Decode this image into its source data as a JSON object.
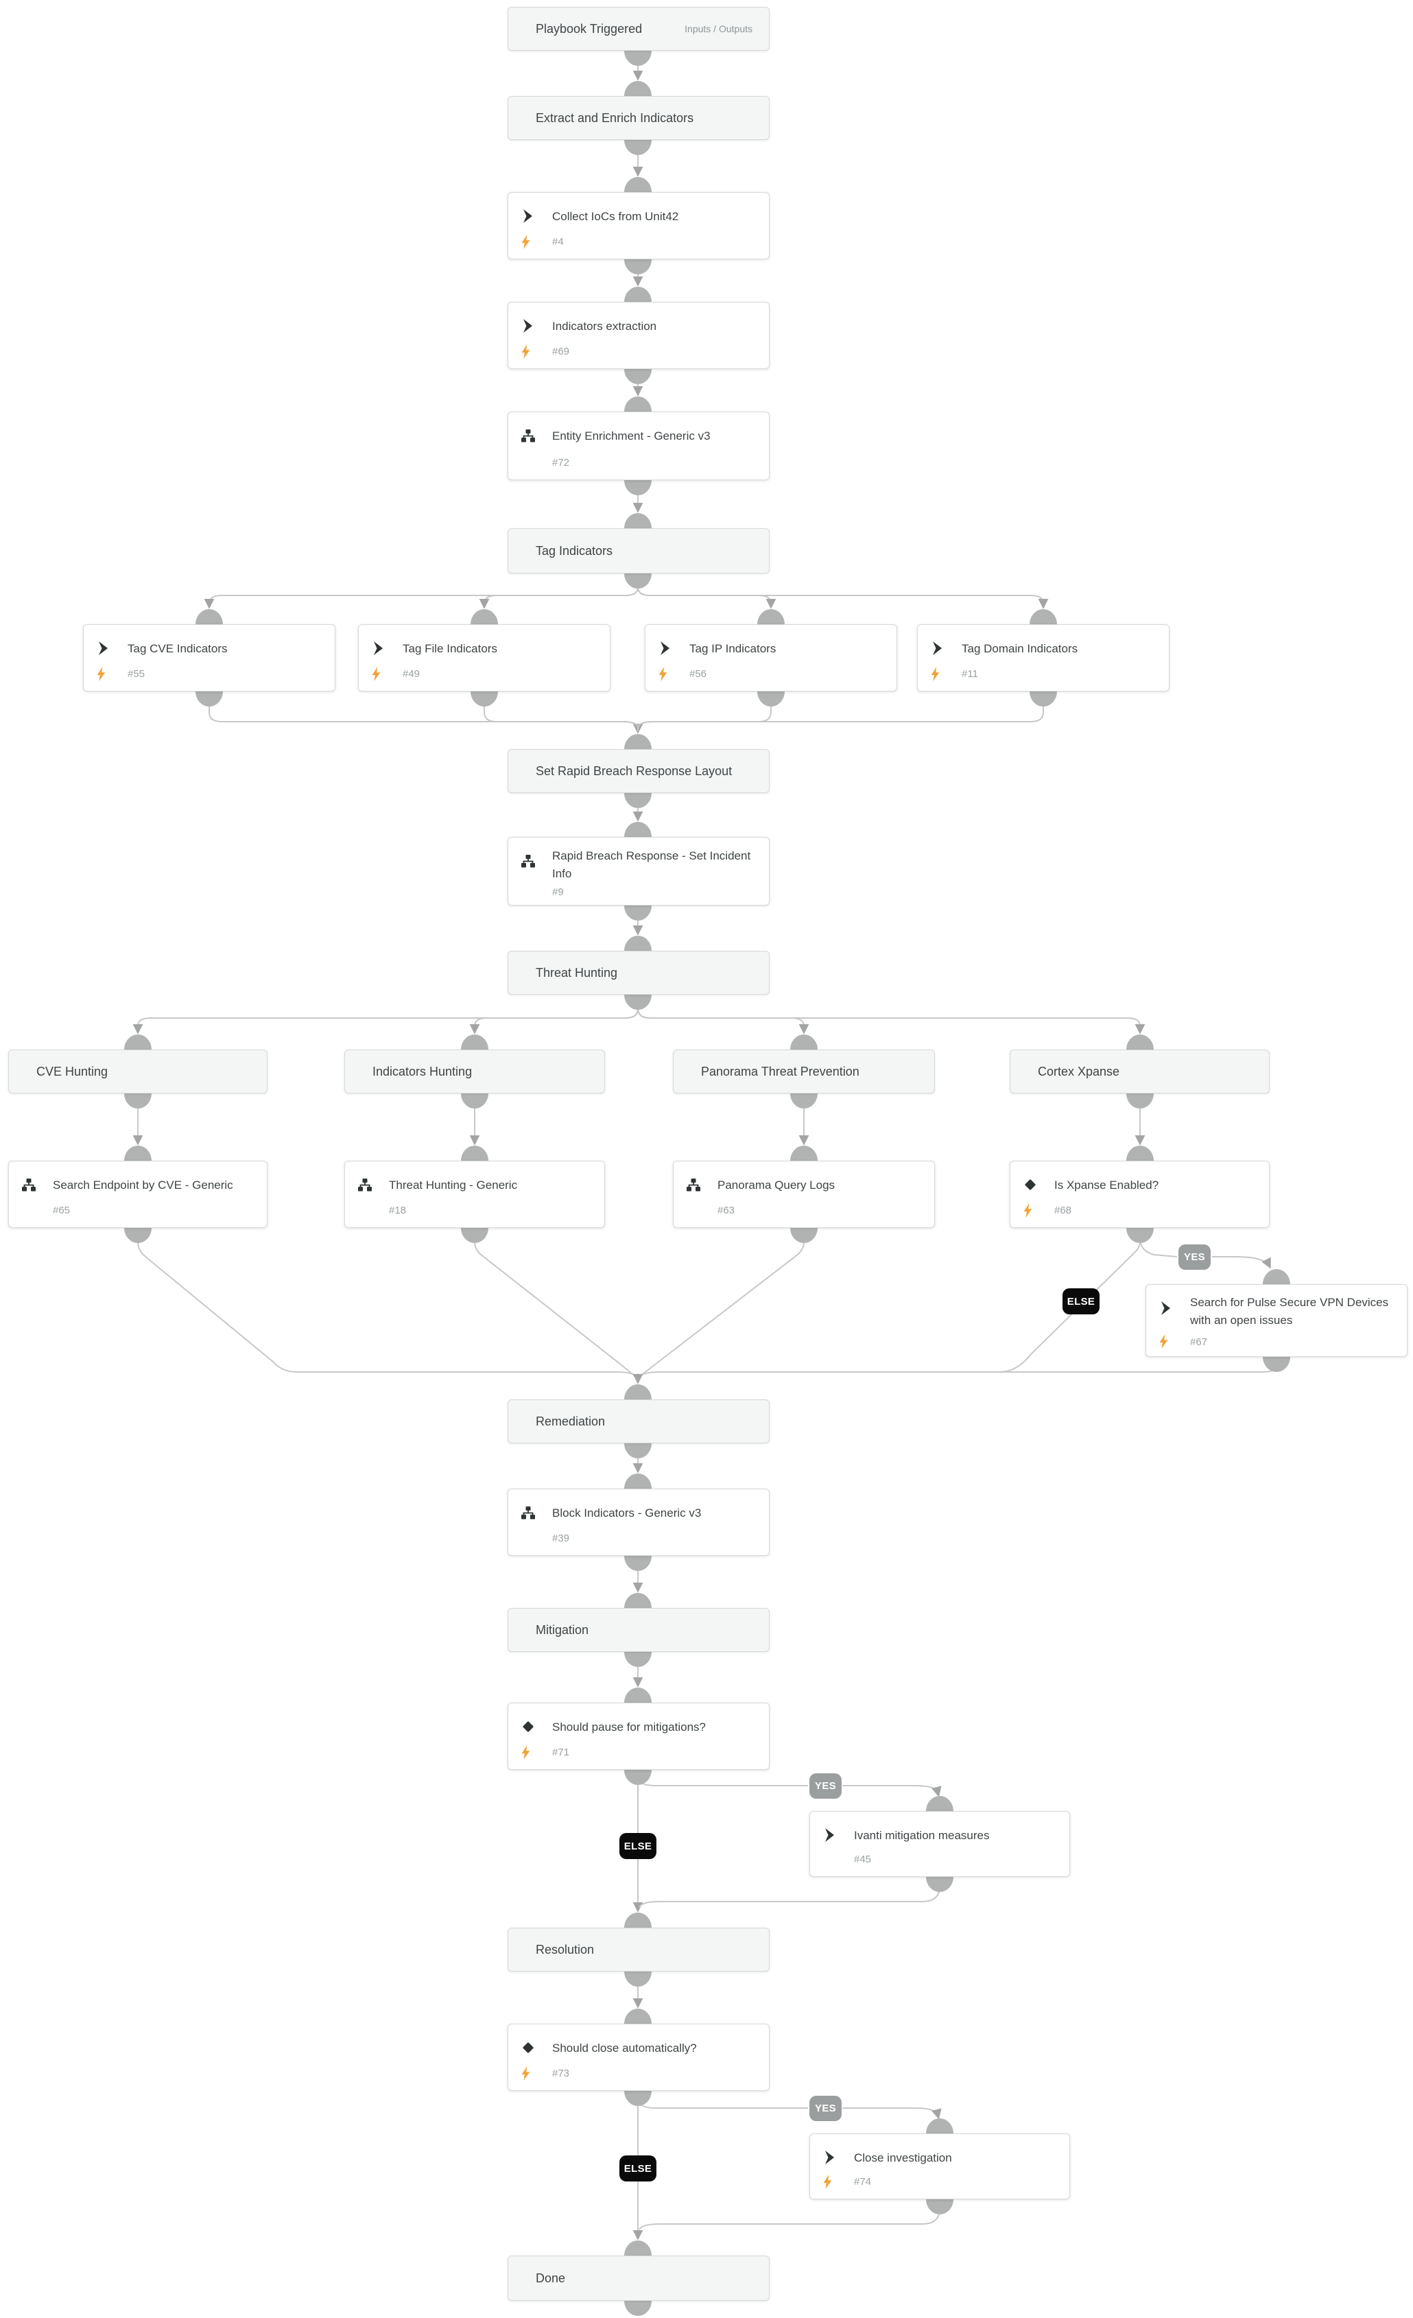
{
  "badges": {
    "yes": "YES",
    "else": "ELSE"
  },
  "colors": {
    "section_bg": "#f4f5f5",
    "task_bg": "#ffffff",
    "border": "#d7d9d9",
    "wire": "#c6c8c8",
    "port": "#b1b3b3",
    "arrow": "#a3a5a5",
    "bolt": "#f2a338",
    "icon": "#2e3334",
    "yes_badge": "#9b9e9e",
    "else_badge": "#0a0a0a"
  },
  "nodes": {
    "playbook_triggered": {
      "title": "Playbook Triggered",
      "link": "Inputs / Outputs"
    },
    "extract_enrich": {
      "title": "Extract and Enrich Indicators"
    },
    "collect_iocs": {
      "title": "Collect IoCs from Unit42",
      "id": "#4"
    },
    "indicators_extraction": {
      "title": "Indicators extraction",
      "id": "#69"
    },
    "entity_enrichment": {
      "title": "Entity Enrichment - Generic v3",
      "id": "#72"
    },
    "tag_indicators": {
      "title": "Tag Indicators"
    },
    "tag_cve": {
      "title": "Tag CVE Indicators",
      "id": "#55"
    },
    "tag_file": {
      "title": "Tag File Indicators",
      "id": "#49"
    },
    "tag_ip": {
      "title": "Tag IP Indicators",
      "id": "#56"
    },
    "tag_domain": {
      "title": "Tag Domain Indicators",
      "id": "#11"
    },
    "set_layout": {
      "title": "Set Rapid Breach Response Layout"
    },
    "rbr_incident_info": {
      "title": "Rapid Breach Response - Set Incident Info",
      "id": "#9"
    },
    "threat_hunting": {
      "title": "Threat Hunting"
    },
    "cve_hunting": {
      "title": "CVE Hunting"
    },
    "indicators_hunting": {
      "title": "Indicators Hunting"
    },
    "panorama_tp": {
      "title": "Panorama Threat Prevention"
    },
    "cortex_xpanse": {
      "title": "Cortex Xpanse"
    },
    "search_endpoint_cve": {
      "title": "Search Endpoint by CVE - Generic",
      "id": "#65"
    },
    "threat_hunting_generic": {
      "title": "Threat Hunting - Generic",
      "id": "#18"
    },
    "panorama_query_logs": {
      "title": "Panorama Query Logs",
      "id": "#63"
    },
    "is_xpanse_enabled": {
      "title": "Is Xpanse Enabled?",
      "id": "#68"
    },
    "search_pulse_secure": {
      "title": "Search for Pulse Secure VPN Devices with an open issues",
      "id": "#67"
    },
    "remediation": {
      "title": "Remediation"
    },
    "block_indicators": {
      "title": "Block Indicators - Generic v3",
      "id": "#39"
    },
    "mitigation": {
      "title": "Mitigation"
    },
    "should_pause": {
      "title": "Should pause for mitigations?",
      "id": "#71"
    },
    "ivanti_mitigation": {
      "title": "Ivanti mitigation measures",
      "id": "#45"
    },
    "resolution": {
      "title": "Resolution"
    },
    "should_close": {
      "title": "Should close automatically?",
      "id": "#73"
    },
    "close_investigation": {
      "title": "Close investigation",
      "id": "#74"
    },
    "done": {
      "title": "Done"
    }
  }
}
